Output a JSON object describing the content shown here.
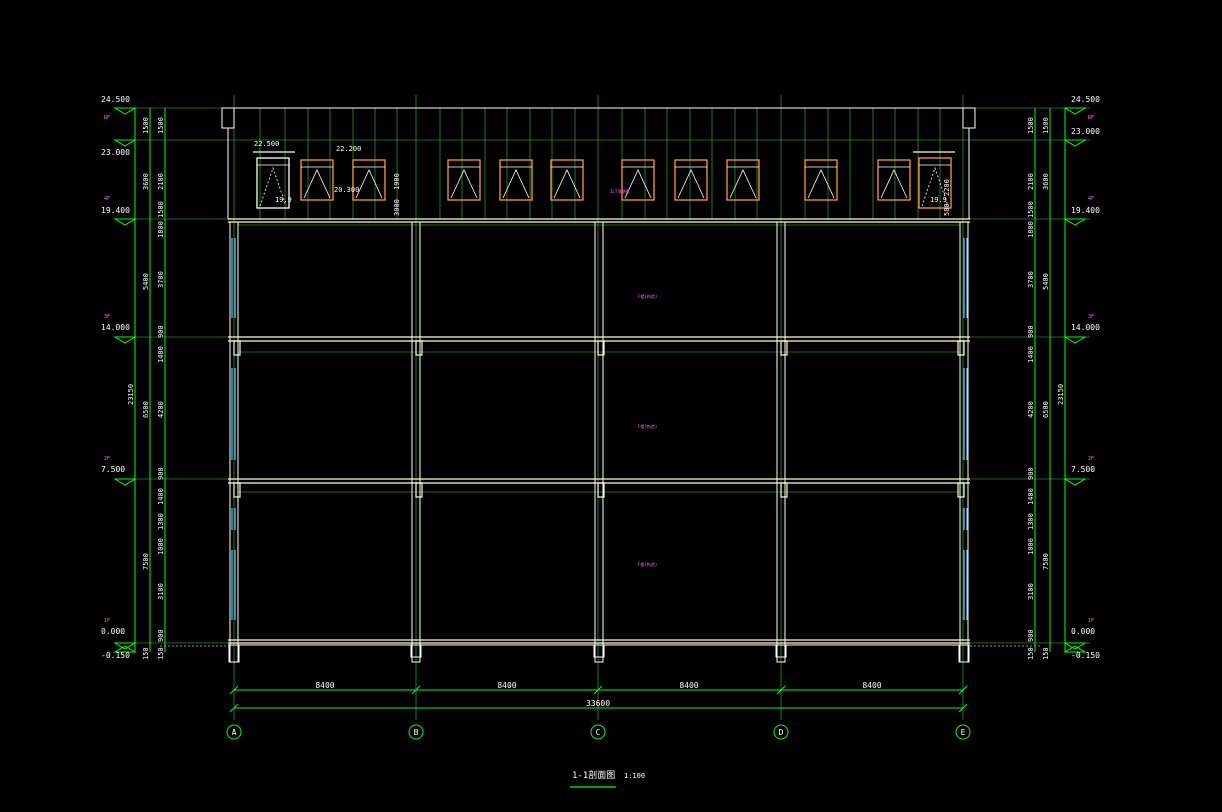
{
  "drawing": {
    "title": "1-1剖面图",
    "scale": "1:100"
  },
  "levels": {
    "left": [
      "24.500",
      "23.000",
      "19.400",
      "14.000",
      "7.500",
      "0.000",
      "-0.150"
    ],
    "right": [
      "24.500",
      "23.000",
      "19.400",
      "14.000",
      "7.500",
      "0.000",
      "-0.150"
    ],
    "floor_tags": [
      "RF",
      "4F",
      "3F",
      "2F",
      "1F"
    ]
  },
  "dims": {
    "left_col1": [
      "1500",
      "2100",
      "1500",
      "1800",
      "3700",
      "900",
      "1400",
      "4200",
      "900",
      "1400",
      "1300",
      "1000",
      "3100",
      "900",
      "150"
    ],
    "left_col2": [
      "1500",
      "3600",
      "5400",
      "6500",
      "7500",
      "150"
    ],
    "left_total": "23150",
    "right_col1": [
      "1500",
      "2100",
      "1500",
      "1800",
      "3700",
      "900",
      "1400",
      "4200",
      "900",
      "1400",
      "1300",
      "1000",
      "3100",
      "900",
      "150"
    ],
    "right_col2": [
      "1500",
      "3600",
      "5400",
      "6500",
      "7500",
      "150"
    ],
    "right_total": "23150",
    "bays": [
      "8400",
      "8400",
      "8400",
      "8400"
    ],
    "overall": "33600"
  },
  "axes": [
    "A",
    "B",
    "C",
    "D",
    "E"
  ],
  "roof_labels": [
    "22.500",
    "22.200",
    "20.300",
    "19.9",
    "1900",
    "3000",
    "19.9",
    "2200",
    "500"
  ],
  "room_labels": [
    "JLT顶棚楼",
    "F楼(构造)",
    "F楼(构造)",
    "F楼(构造)"
  ],
  "colors": {
    "background": "#000000",
    "wall": "#ffffff",
    "grid": "#00ff00",
    "slab": "#ffffcc",
    "window": "#ff9933",
    "glass": "#66ccff",
    "label": "#ff66ff",
    "dim_text": "#ffffff"
  }
}
